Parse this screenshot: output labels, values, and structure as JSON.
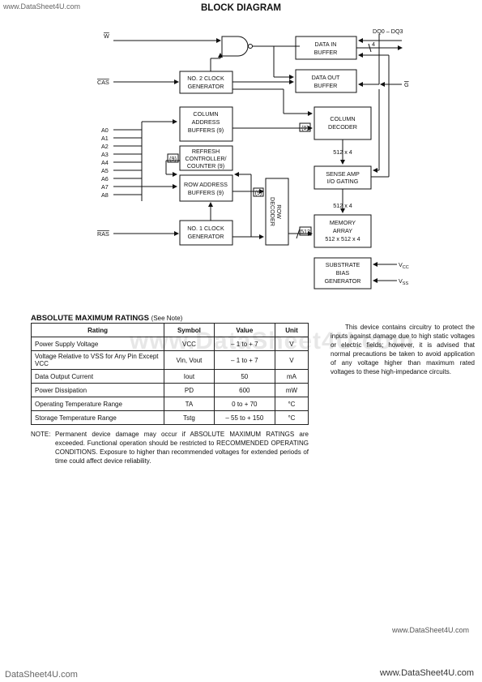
{
  "header": {
    "watermark_top": "www.DataSheet4U.com",
    "title": "BLOCK DIAGRAM"
  },
  "diagram": {
    "dq_label": "DQ0 – DQ3",
    "w": "W",
    "cas": "CAS",
    "ras": "RAS",
    "g": "G",
    "addr": [
      "A0",
      "A1",
      "A2",
      "A3",
      "A4",
      "A5",
      "A6",
      "A7",
      "A8"
    ],
    "data_in_buffer": [
      "DATA IN",
      "BUFFER"
    ],
    "data_out_buffer": [
      "DATA OUT",
      "BUFFER"
    ],
    "clock2": [
      "NO. 2 CLOCK",
      "GENERATOR"
    ],
    "col_addr": [
      "COLUMN",
      "ADDRESS",
      "BUFFERS (9)"
    ],
    "refresh": [
      "REFRESH",
      "CONTROLLER/",
      "COUNTER (9)"
    ],
    "row_addr": [
      "ROW ADDRESS",
      "BUFFERS (9)"
    ],
    "clock1": [
      "NO. 1 CLOCK",
      "GENERATOR"
    ],
    "col_decoder": [
      "COLUMN",
      "DECODER"
    ],
    "sense_amp": [
      "SENSE AMP",
      "I/O GATING"
    ],
    "memory": [
      "MEMORY",
      "ARRAY",
      "512 x 512 x 4"
    ],
    "row_decoder": [
      "ROW",
      "DECODER"
    ],
    "substrate": [
      "SUBSTRATE",
      "BIAS",
      "GENERATOR"
    ],
    "vcc": "V",
    "vcc_sub": "CC",
    "vss": "V",
    "vss_sub": "SS",
    "n9": "(9)",
    "n4": "4",
    "n512": "512",
    "n512x4": "512 x 4"
  },
  "ratings": {
    "title": "ABSOLUTE MAXIMUM RATINGS",
    "title_note": "(See Note)",
    "headers": [
      "Rating",
      "Symbol",
      "Value",
      "Unit"
    ],
    "rows": [
      {
        "rating": "Power Supply Voltage",
        "symbol": "VCC",
        "value": "– 1 to + 7",
        "unit": "V"
      },
      {
        "rating": "Voltage Relative to VSS for Any Pin Except VCC",
        "symbol": "Vin, Vout",
        "value": "– 1 to + 7",
        "unit": "V"
      },
      {
        "rating": "Data Output Current",
        "symbol": "Iout",
        "value": "50",
        "unit": "mA"
      },
      {
        "rating": "Power Dissipation",
        "symbol": "PD",
        "value": "600",
        "unit": "mW"
      },
      {
        "rating": "Operating Temperature Range",
        "symbol": "TA",
        "value": "0 to + 70",
        "unit": "°C"
      },
      {
        "rating": "Storage Temperature Range",
        "symbol": "Tstg",
        "value": "– 55 to + 150",
        "unit": "°C"
      }
    ],
    "note_label": "NOTE:",
    "note_text": "Permanent device damage may occur if ABSOLUTE MAXIMUM RATINGS are exceeded. Functional operation should be restricted to RECOMMENDED OPERATING CONDITIONS. Exposure to higher than recommended voltages for extended periods of time could affect device reliability."
  },
  "side_text": "This device contains circuitry to protect the inputs against damage due to high static voltages or electric fields; however, it is advised that normal precautions be taken to avoid application of any voltage higher than maximum rated voltages to these high-impedance circuits.",
  "watermark_mid": "www.DataSheet4U.com",
  "footer": {
    "right": "www.DataSheet4U.com",
    "bottom_left": "DataSheet4U.com",
    "bottom_right": "www.DataSheet4U.com"
  }
}
